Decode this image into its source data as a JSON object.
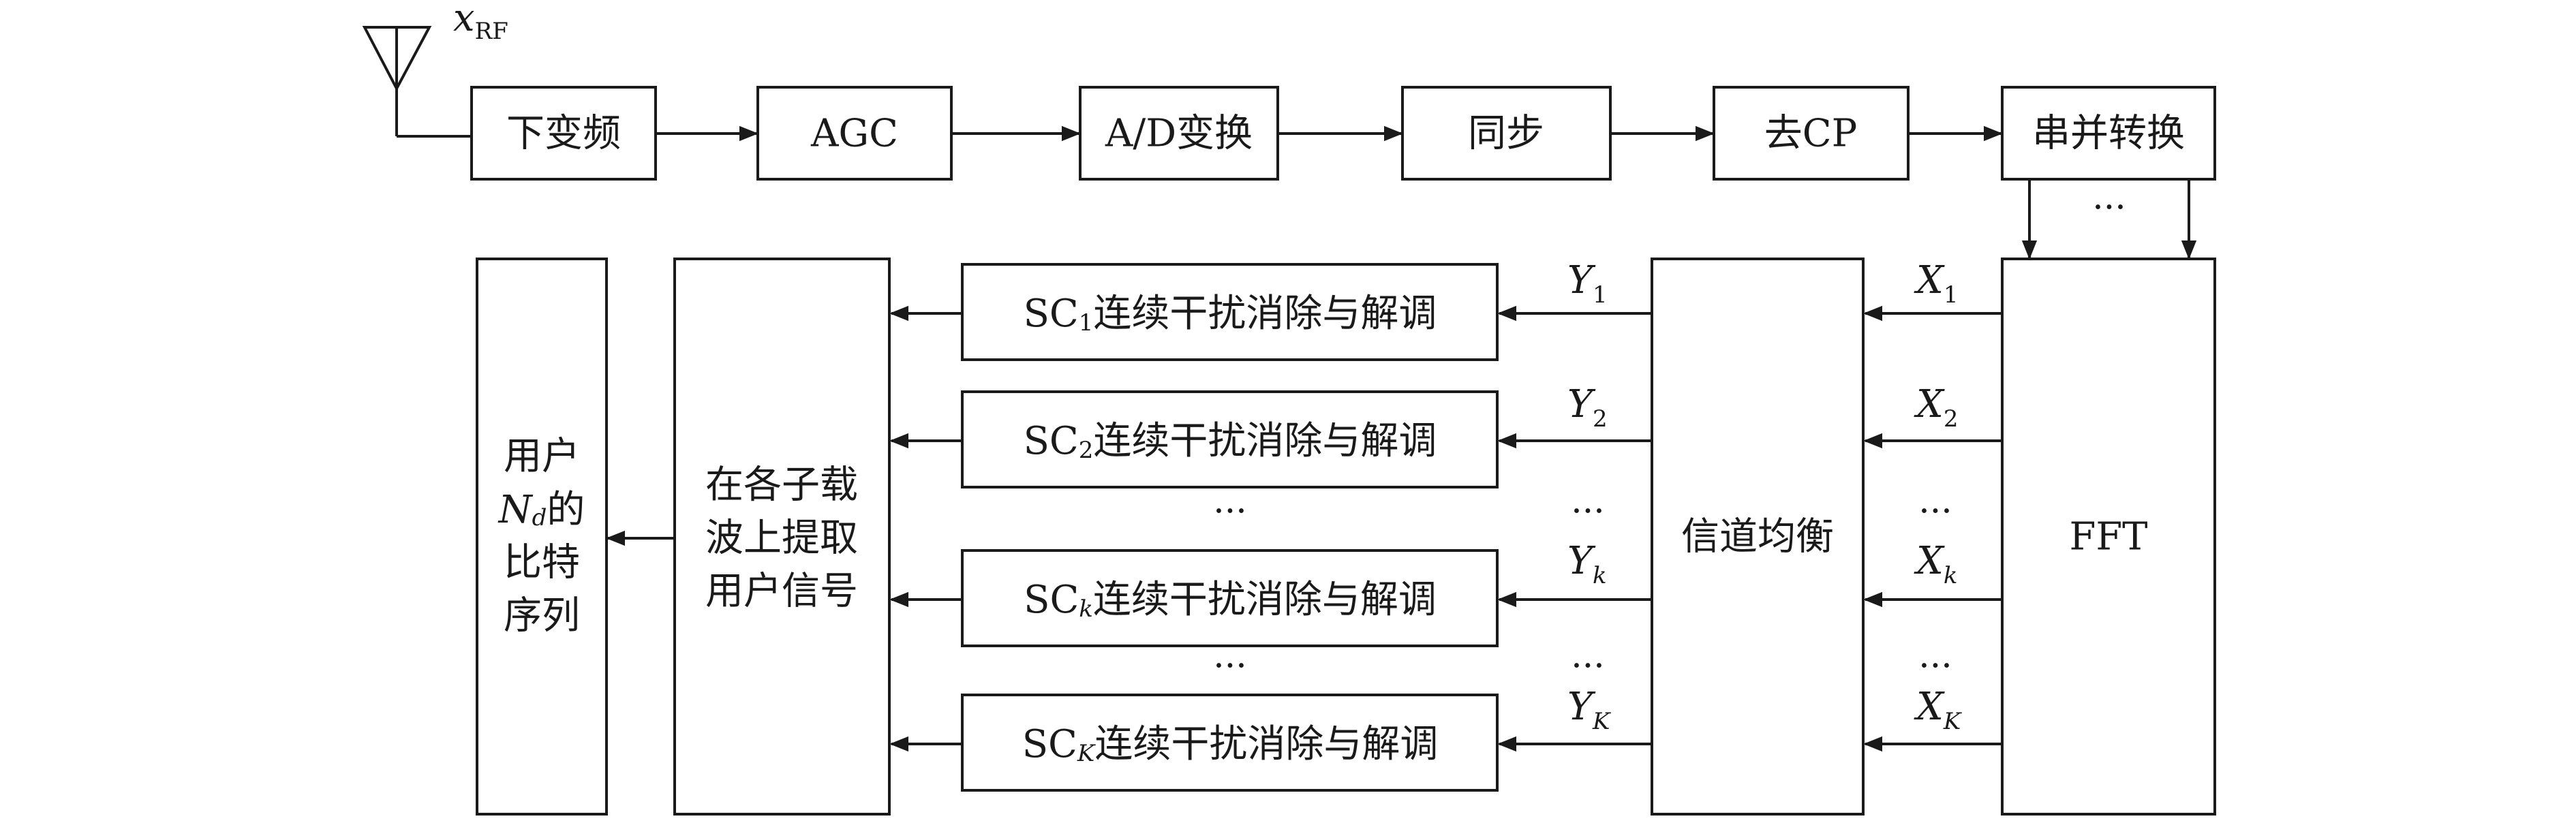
{
  "antenna": {
    "signal": "x",
    "signal_sub": "RF"
  },
  "top_chain": [
    {
      "id": "downconvert",
      "label": "下变频"
    },
    {
      "id": "agc",
      "label": "AGC"
    },
    {
      "id": "ad-convert",
      "label": "A/D变换"
    },
    {
      "id": "sync",
      "label": "同步"
    },
    {
      "id": "remove-cp",
      "label": "去CP"
    },
    {
      "id": "serial-parallel",
      "label": "串并转换"
    }
  ],
  "fft": {
    "label": "FFT"
  },
  "equalizer": {
    "label": "信道均衡"
  },
  "extract": {
    "lines": [
      "在各子载",
      "波上提取",
      "用户信号"
    ]
  },
  "output": {
    "lines": [
      "用户",
      "的",
      "比特",
      "序列"
    ],
    "nd_main": "N",
    "nd_sub": "d"
  },
  "sc_rows": [
    {
      "prefix": "SC",
      "sub": "1",
      "sub_italic": false,
      "text": "连续干扰消除与解调",
      "x_main": "X",
      "x_sub": "1",
      "y_main": "Y",
      "y_sub": "1"
    },
    {
      "prefix": "SC",
      "sub": "2",
      "sub_italic": false,
      "text": "连续干扰消除与解调",
      "x_main": "X",
      "x_sub": "2",
      "y_main": "Y",
      "y_sub": "2"
    },
    {
      "prefix": "SC",
      "sub": "k",
      "sub_italic": true,
      "text": "连续干扰消除与解调",
      "x_main": "X",
      "x_sub": "k",
      "y_main": "Y",
      "y_sub": "k"
    },
    {
      "prefix": "SC",
      "sub": "K",
      "sub_italic": true,
      "text": "连续干扰消除与解调",
      "x_main": "X",
      "x_sub": "K",
      "y_main": "Y",
      "y_sub": "K"
    }
  ],
  "ellipsis": "···"
}
